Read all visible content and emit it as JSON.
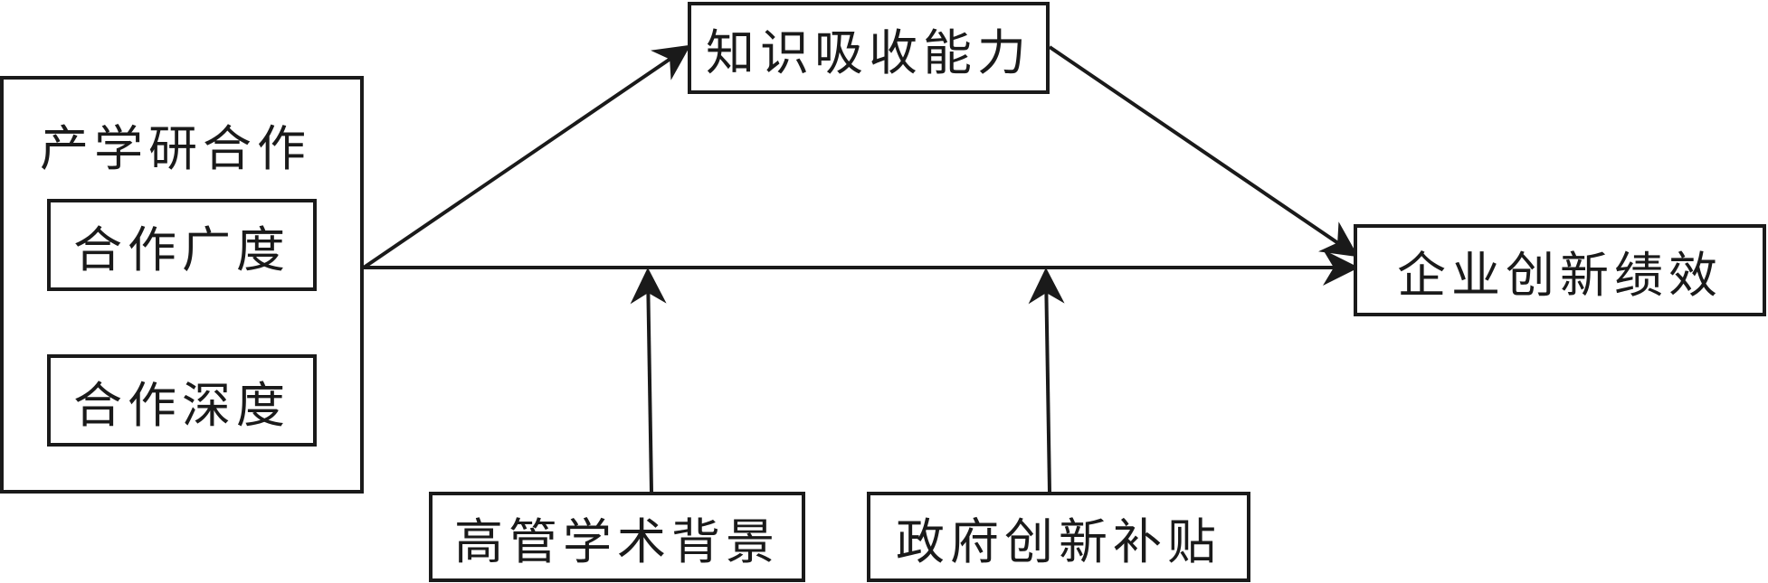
{
  "group": {
    "title": "产学研合作",
    "items": [
      {
        "label": "合作广度"
      },
      {
        "label": "合作深度"
      }
    ]
  },
  "mediator": {
    "label": "知识吸收能力"
  },
  "outcome": {
    "label": "企业创新绩效"
  },
  "moderators": [
    {
      "label": "高管学术背景"
    },
    {
      "label": "政府创新补贴"
    }
  ]
}
